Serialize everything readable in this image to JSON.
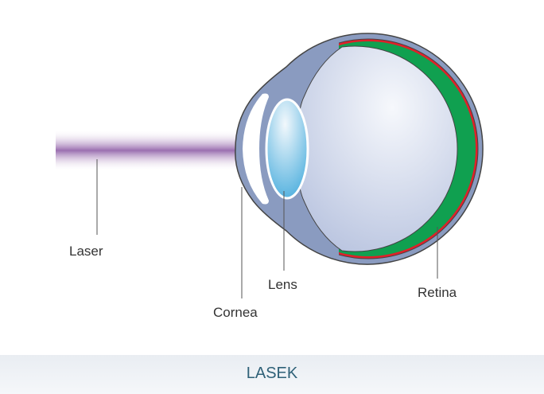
{
  "labels": {
    "laser": "Laser",
    "cornea": "Cornea",
    "lens": "Lens",
    "retina": "Retina"
  },
  "caption": "LASEK",
  "colors": {
    "laser": "#9b6fb0",
    "sclera": "#8a9bc0",
    "retina_red": "#e0202a",
    "retina_green": "#10a050",
    "caption": "#2f6178"
  }
}
